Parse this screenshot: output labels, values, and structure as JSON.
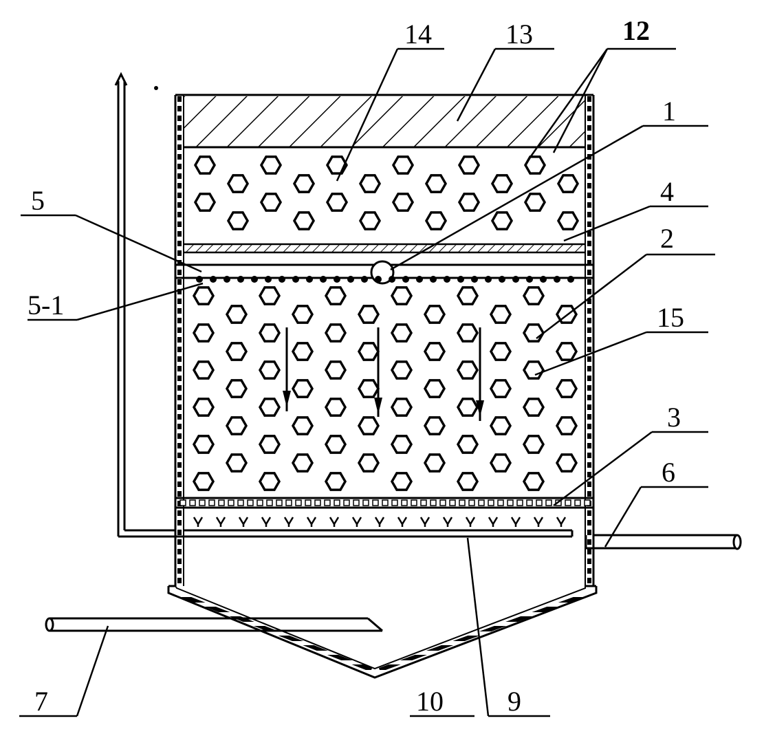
{
  "diagram": {
    "labels": {
      "n1": "1",
      "n2": "2",
      "n3": "3",
      "n4": "4",
      "n5": "5",
      "n5_1": "5-1",
      "n6": "6",
      "n7": "7",
      "n9": "9",
      "n10": "10",
      "n12": "12",
      "n13": "13",
      "n14": "14",
      "n15": "15"
    }
  }
}
